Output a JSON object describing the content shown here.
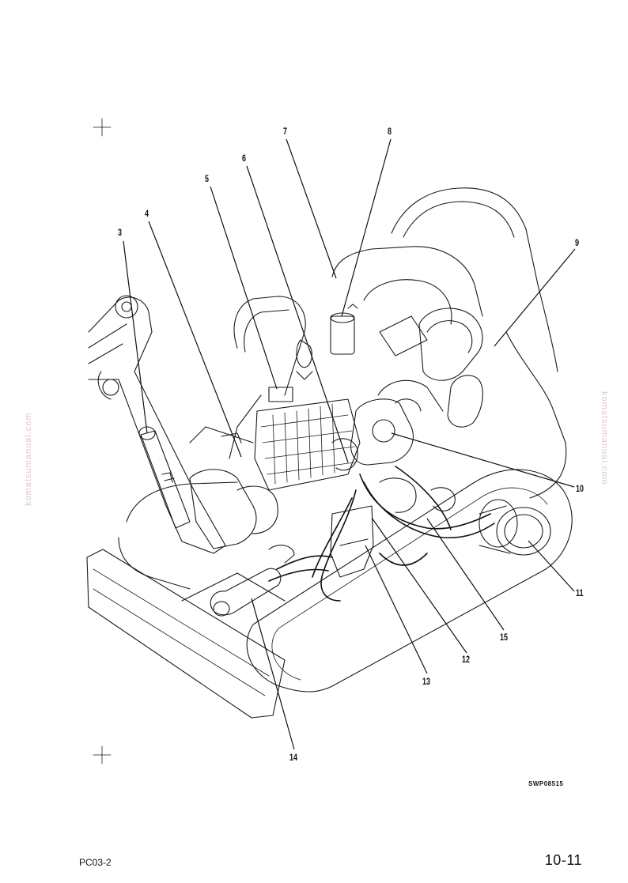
{
  "diagram": {
    "callouts": [
      "3",
      "4",
      "5",
      "6",
      "7",
      "8",
      "9",
      "10",
      "11",
      "12",
      "13",
      "14",
      "15"
    ],
    "figure_code": "SWP08515"
  },
  "footer": {
    "model": "PC03-2",
    "page": "10-11"
  },
  "watermark": {
    "text": "komatsumanual.com"
  }
}
